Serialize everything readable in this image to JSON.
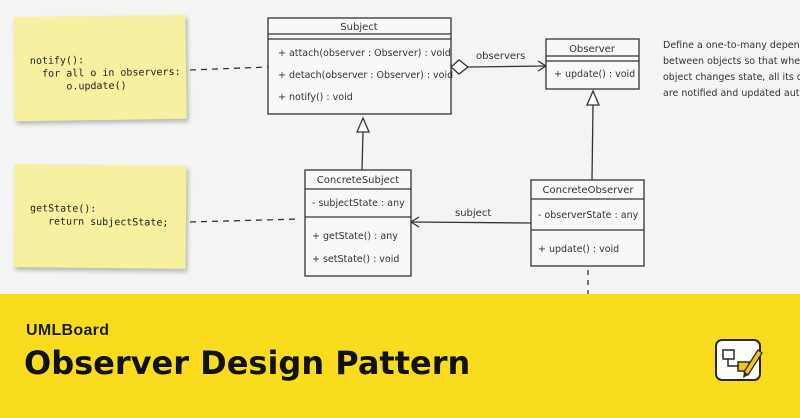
{
  "notes": {
    "notify": "notify():\n  for all o in observers:\n      o.update()",
    "get_state": "getState():\n   return subjectState;"
  },
  "classes": {
    "subject": {
      "name": "Subject",
      "methods": [
        "+ attach(observer : Observer) : void",
        "+ detach(observer : Observer) : void",
        "+ notify() : void"
      ]
    },
    "observer": {
      "name": "Observer",
      "methods": [
        "+ update() : void"
      ]
    },
    "concrete_subject": {
      "name": "ConcreteSubject",
      "attributes": [
        "- subjectState : any"
      ],
      "methods": [
        "+ getState() : any",
        "+ setState() : void"
      ]
    },
    "concrete_observer": {
      "name": "ConcreteObserver",
      "attributes": [
        "- observerState : any"
      ],
      "methods": [
        "+ update() : void"
      ]
    }
  },
  "associations": {
    "observers": "observers",
    "subject": "subject"
  },
  "description": [
    "Define a one-to-many depend",
    "between objects so that when",
    "object changes state, all its de",
    "are notified and updated auto"
  ],
  "banner": {
    "brand": "UMLBoard",
    "title": "Observer Design Pattern"
  },
  "colors": {
    "background": "#f4f4f2",
    "note": "#f7f0a0",
    "banner": "#f9dc1e",
    "ink": "#333333"
  }
}
